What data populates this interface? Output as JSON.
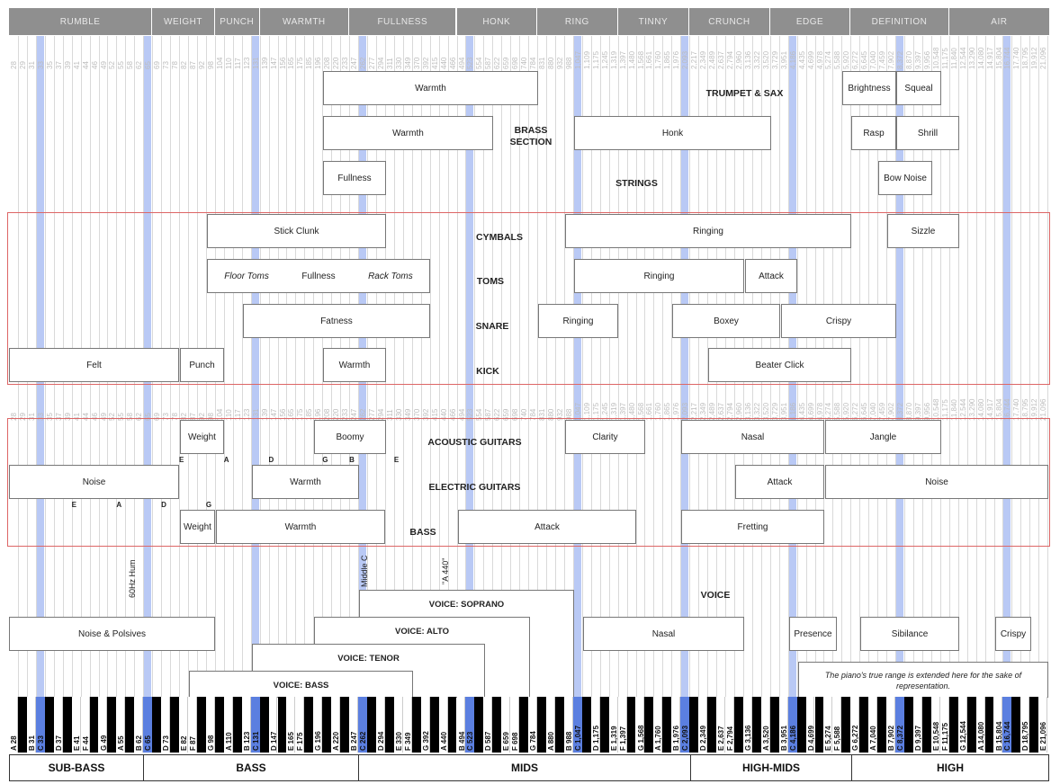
{
  "header_bands": [
    "RUMBLE",
    "WEIGHT",
    "PUNCH",
    "WARMTH",
    "FULLNESS",
    "HONK",
    "RING",
    "TINNY",
    "CRUNCH",
    "EDGE",
    "DEFINITION",
    "AIR"
  ],
  "frequencies": [
    "28",
    "29",
    "31",
    "33",
    "35",
    "37",
    "39",
    "41",
    "44",
    "46",
    "49",
    "52",
    "55",
    "58",
    "62",
    "65",
    "69",
    "73",
    "78",
    "82",
    "87",
    "92",
    "98",
    "104",
    "110",
    "117",
    "123",
    "131",
    "139",
    "147",
    "156",
    "165",
    "175",
    "185",
    "196",
    "208",
    "220",
    "233",
    "247",
    "262",
    "277",
    "294",
    "311",
    "330",
    "349",
    "370",
    "392",
    "415",
    "440",
    "466",
    "494",
    "523",
    "554",
    "587",
    "622",
    "659",
    "698",
    "740",
    "784",
    "831",
    "880",
    "932",
    "988",
    "1,047",
    "1,109",
    "1,175",
    "1,245",
    "1,319",
    "1,397",
    "1,480",
    "1,568",
    "1,661",
    "1,760",
    "1,865",
    "1,976",
    "2,093",
    "2,217",
    "2,349",
    "2,489",
    "2,637",
    "2,794",
    "2,960",
    "3,136",
    "3,322",
    "3,520",
    "3,729",
    "3,951",
    "4,186",
    "4,435",
    "4,699",
    "4,978",
    "5,274",
    "5,588",
    "5,920",
    "6,272",
    "6,645",
    "7,040",
    "7,459",
    "7,902",
    "8,372",
    "8,870",
    "9,397",
    "9,956",
    "10,548",
    "11,175",
    "11,840",
    "12,544",
    "13,290",
    "14,080",
    "14,917",
    "15,804",
    "16,744",
    "17,740",
    "18,795",
    "19,912",
    "21,096"
  ],
  "instruments": {
    "trumpet_sax": {
      "title": "TRUMPET & SAX",
      "warmth": "Warmth",
      "brightness": "Brightness",
      "squeal": "Squeal"
    },
    "brass": {
      "title": "BRASS\nSECTION",
      "warmth": "Warmth",
      "honk": "Honk",
      "rasp": "Rasp",
      "shrill": "Shrill"
    },
    "strings": {
      "title": "STRINGS",
      "fullness": "Fullness",
      "bow_noise": "Bow Noise"
    },
    "cymbals": {
      "title": "CYMBALS",
      "stick_clunk": "Stick Clunk",
      "ringing": "Ringing",
      "sizzle": "Sizzle"
    },
    "toms": {
      "title": "TOMS",
      "floor_toms": "Floor Toms",
      "fullness": "Fullness",
      "rack_toms": "Rack Toms",
      "ringing": "Ringing",
      "attack": "Attack"
    },
    "snare": {
      "title": "SNARE",
      "fatness": "Fatness",
      "ringing": "Ringing",
      "boxey": "Boxey",
      "crispy": "Crispy"
    },
    "kick": {
      "title": "KICK",
      "felt": "Felt",
      "punch": "Punch",
      "warmth": "Warmth",
      "beater_click": "Beater Click"
    },
    "acoustic": {
      "title": "ACOUSTIC GUITARS",
      "weight": "Weight",
      "boomy": "Boomy",
      "clarity": "Clarity",
      "nasal": "Nasal",
      "jangle": "Jangle"
    },
    "electric": {
      "title": "ELECTRIC GUITARS",
      "noise": "Noise",
      "warmth": "Warmth",
      "attack": "Attack",
      "noise2": "Noise"
    },
    "bass": {
      "title": "BASS",
      "weight": "Weight",
      "warmth": "Warmth",
      "attack": "Attack",
      "fretting": "Fretting"
    },
    "voice": {
      "title": "VOICE",
      "noise_polsives": "Noise & Polsives",
      "nasal": "Nasal",
      "presence": "Presence",
      "sibilance": "Sibilance",
      "crispy": "Crispy",
      "soprano": "VOICE: SOPRANO",
      "alto": "VOICE: ALTO",
      "tenor": "VOICE: TENOR",
      "bass": "VOICE: BASS"
    }
  },
  "string_notes_acoustic": [
    "E",
    "A",
    "D",
    "G",
    "B",
    "E"
  ],
  "string_notes_electric": [
    "E",
    "A",
    "D",
    "G"
  ],
  "annotations": {
    "hum": "60Hz Hum",
    "middle_c": "Middle C",
    "a440": "\"A 440\""
  },
  "piano_note": "The piano's true range is extended here for the sake of representation.",
  "piano_keys": [
    "A 28",
    "B 31",
    "C 33",
    "D 37",
    "E 41",
    "F 44",
    "G 49",
    "A 55",
    "B 62",
    "C 65",
    "D 73",
    "E 82",
    "F 87",
    "G 98",
    "A 110",
    "B 123",
    "C 131",
    "D 147",
    "E 165",
    "F 175",
    "G 196",
    "A 220",
    "B 247",
    "C 262",
    "D 294",
    "E 330",
    "F 349",
    "G 392",
    "A 440",
    "B 494",
    "C 523",
    "D 587",
    "E 659",
    "F 698",
    "G 784",
    "A 880",
    "B 988",
    "C 1,047",
    "D 1,175",
    "E 1,319",
    "F 1,397",
    "G 1,568",
    "A 1,760",
    "B 1,976",
    "C 2,093",
    "D 2,349",
    "E 2,637",
    "F 2,794",
    "G 3,136",
    "A 3,520",
    "B 3,951",
    "C 4,186",
    "D 4,699",
    "E 5,274",
    "F 5,588",
    "G 6,272",
    "A 7,040",
    "B 7,902",
    "C 8,372",
    "D 9,397",
    "E 10,548",
    "F 11,175",
    "G 12,544",
    "A 14,080",
    "B 15,804",
    "C 16,744",
    "D 18,795",
    "E 21,096"
  ],
  "ranges": [
    "SUB-BASS",
    "BASS",
    "MIDS",
    "HIGH-MIDS",
    "HIGH"
  ],
  "colors": {
    "header": "#8f8f8f",
    "highlight": "#b9c9f5",
    "key_mark": "#5b7fe0",
    "red_border": "#dd6666"
  }
}
